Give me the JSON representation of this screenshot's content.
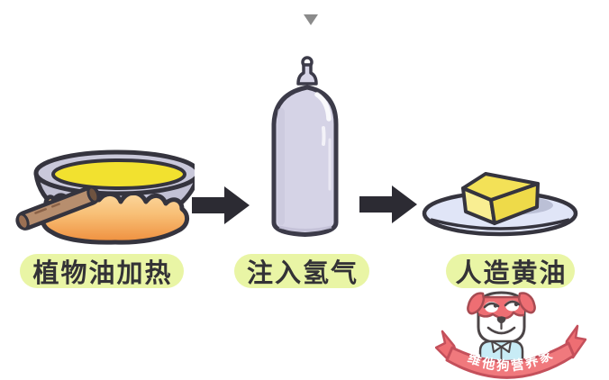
{
  "page": {
    "background": "#ffffff"
  },
  "indicator": {
    "icon": "triangle-down-icon",
    "color": "#8b8b8b"
  },
  "flow": {
    "steps": [
      {
        "label": "植物油加热",
        "icon": "frying-pan-oil-flame-icon"
      },
      {
        "label": "注入氢气",
        "icon": "gas-cylinder-icon"
      },
      {
        "label": "人造黄油",
        "icon": "butter-on-plate-icon"
      }
    ],
    "arrow": {
      "icon": "right-arrow-icon",
      "color": "#2c2b33"
    },
    "label_style": {
      "highlight_color": "#e9f5a5",
      "text_color": "#333236"
    }
  },
  "mascot": {
    "icon": "vita-dog-mascot",
    "banner_text": "维他狗营养家",
    "banner_color": "#f0797d"
  },
  "palette": {
    "outline": "#35343e",
    "pan_gray": "#c9c8da",
    "oil_yellow": "#f2e12f",
    "handle_brown": "#b78e6e",
    "flame_orange": "#ef8f3e",
    "flame_light": "#fbd9a2",
    "cylinder_lavender": "#d5d3e6",
    "plate_blue": "#e0e5f7",
    "butter_yellow": "#f3e157",
    "dog_salmon": "#ee6e73",
    "shirt_blue": "#c8ecf6"
  }
}
